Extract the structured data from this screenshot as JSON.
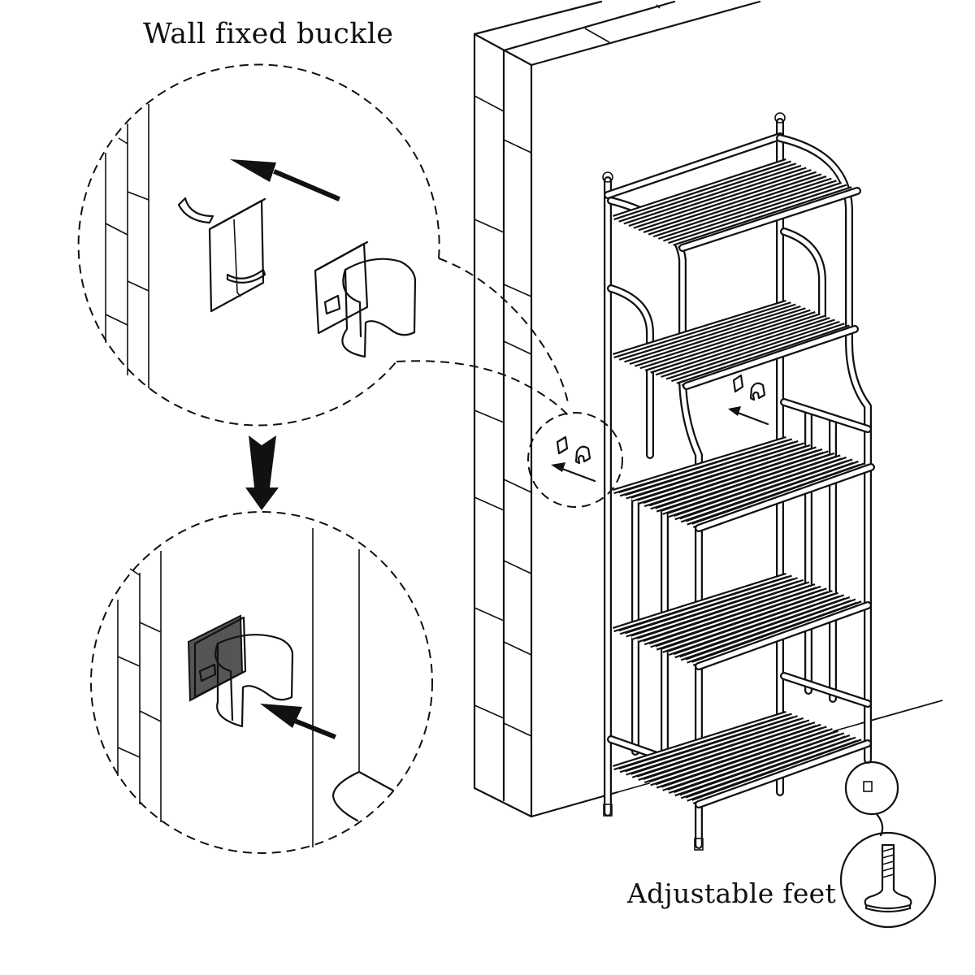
{
  "diagram": {
    "type": "assembly-instruction",
    "subject": "5-tier metal storage shelf against brick wall",
    "labels": {
      "wall_buckle": "Wall fixed buckle",
      "adjustable_feet": "Adjustable feet"
    },
    "shelf_tiers": 5,
    "callouts": [
      {
        "name": "buckle-detail-step-1",
        "shows": "adhesive plate peeled and clip moved toward wall (arrow)"
      },
      {
        "name": "buckle-detail-step-2",
        "shows": "clip mounted on wall, rack post pushed into clip (arrow)"
      },
      {
        "name": "feet-detail",
        "shows": "threaded adjustable foot screw"
      }
    ],
    "colors": {
      "line": "#111111",
      "background": "#ffffff"
    }
  }
}
